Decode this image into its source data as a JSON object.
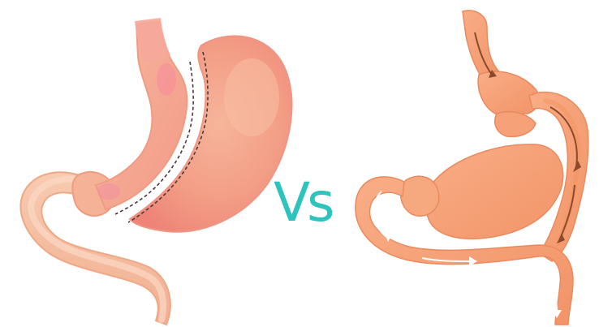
{
  "comparison": {
    "separator_text": "Vs"
  },
  "illustrations": {
    "left": {
      "icon": "sleeve-gastrectomy-stomach-illustration"
    },
    "right": {
      "icon": "gastric-bypass-stomach-illustration"
    }
  },
  "colors": {
    "background": "#ffffff",
    "separator_text": "#2ec4bd",
    "left_stomach_fill": "#f4a48c",
    "left_stomach_highlight": "#f7c4a8",
    "left_stomach_inner": "#ef8079",
    "left_intestine": "#f5bc98",
    "dashed_line": "#4a3a38",
    "right_organ_fill": "#f7a278",
    "right_organ_shade": "#e8895e",
    "right_arrow_dark": "#8a4a2c",
    "right_arrow_light": "#ffffff"
  }
}
